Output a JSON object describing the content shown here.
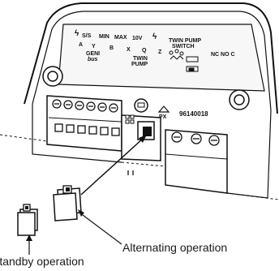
{
  "panel": {
    "row1": [
      "S/S",
      "MIN",
      "MAX",
      "10V"
    ],
    "row1_right": "TWIN PUMP",
    "switch_label": "SWITCH",
    "relay": "NC NO C",
    "row2": [
      "A",
      "Y",
      "B",
      "X",
      "Q",
      "Z"
    ],
    "geni_line1": "GENI",
    "geni_line2": "bus",
    "twin_line1": "TWIN",
    "twin_line2": "PUMP",
    "serial": "96140018",
    "brand": "PX"
  },
  "labels": {
    "standby": "Standby operation",
    "alternating": "Alternating operation"
  }
}
